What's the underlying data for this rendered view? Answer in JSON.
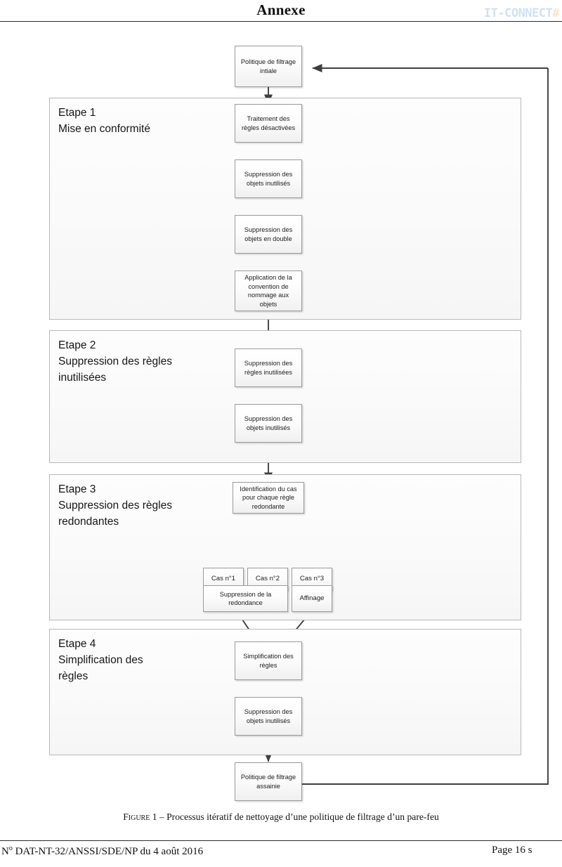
{
  "header": {
    "title": "Annexe",
    "watermark": "IT-CONNECT",
    "watermark_tail": "#"
  },
  "figure": {
    "top_node": "Politique de filtrage\nintiale",
    "bottom_node": "Politique de filtrage\nassainie",
    "steps": [
      {
        "id": "etape-1",
        "title": "Etape 1\nMise en conformité",
        "nodes": [
          "Traitement des\nrègles désactivées",
          "Suppression des\nobjets inutilisés",
          "Suppression des\nobjets en double",
          "Application de la\nconvention de\nnommage aux\nobjets"
        ]
      },
      {
        "id": "etape-2",
        "title": "Etape 2\nSuppression des règles\ninutilisées",
        "nodes": [
          "Suppression des\nrègles inutilisées",
          "Suppression des\nobjets inutilisés"
        ]
      },
      {
        "id": "etape-3",
        "title": "Etape 3\nSuppression des règles\nredondantes",
        "nodes": [
          "Identification du cas\npour chaque règle\nredondante",
          "Cas n°1",
          "Cas n°2",
          "Cas n°3",
          "Suppression de la\nredondance",
          "Affinage"
        ]
      },
      {
        "id": "etape-4",
        "title": "Etape 4\nSimplification des\nrègles",
        "nodes": [
          "Simplification des\nrègles",
          "Suppression des\nobjets inutilisés"
        ]
      }
    ]
  },
  "caption": {
    "label": "Figure 1",
    "separator": " – ",
    "text": "Processus itératif de nettoyage d’une politique de filtrage d’un pare-feu"
  },
  "footer": {
    "reference_prefix": "N",
    "reference_sup": "o",
    "reference": " DAT-NT-32/ANSSI/SDE/NP du 4 août 2016",
    "page": "Page 16 s"
  },
  "colors": {
    "rule": "#2b2b2b",
    "panel_border": "#b9b9b9",
    "node_border": "#9a9a9a",
    "wire": "#3f3f3f",
    "watermark": "#cfe2f3"
  }
}
